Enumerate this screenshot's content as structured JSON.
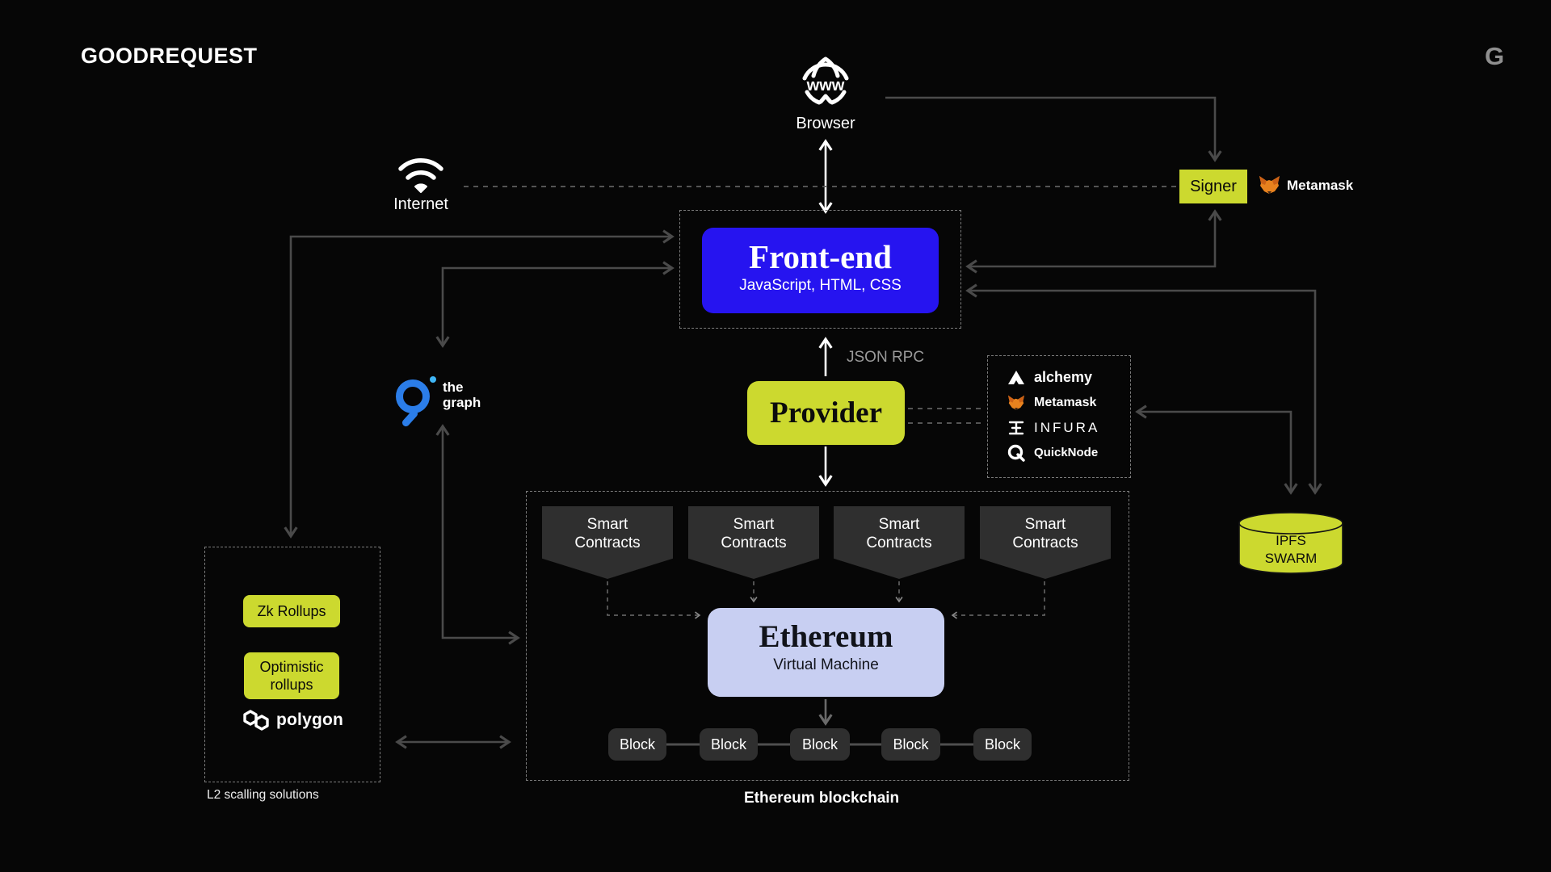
{
  "header": {
    "brand": "GOODREQUEST",
    "brand_mark": "G"
  },
  "colors": {
    "lime": "#ccd92f",
    "blue": "#2614f0",
    "lavender": "#c8cff2",
    "dark_box": "#2f2f2f",
    "background": "#060606"
  },
  "nodes": {
    "browser": {
      "label": "Browser",
      "icon": "www-globe-icon"
    },
    "internet": {
      "label": "Internet",
      "icon": "wifi-icon"
    },
    "signer": {
      "label": "Signer"
    },
    "metamask_badge": {
      "label": "Metamask",
      "icon": "metamask-fox-icon"
    },
    "frontend": {
      "title": "Front-end",
      "subtitle": "JavaScript, HTML, CSS"
    },
    "json_rpc": {
      "label": "JSON RPC"
    },
    "provider": {
      "title": "Provider"
    },
    "provider_list": {
      "items": [
        {
          "name": "alchemy",
          "icon": "alchemy-icon"
        },
        {
          "name": "Metamask",
          "icon": "metamask-fox-icon"
        },
        {
          "name": "INFURA",
          "icon": "infura-icon"
        },
        {
          "name": "QuickNode",
          "icon": "quicknode-icon"
        }
      ]
    },
    "the_graph": {
      "line1": "the",
      "line2": "graph",
      "icon": "the-graph-icon"
    },
    "ipfs": {
      "line1": "IPFS",
      "line2": "SWARM"
    },
    "smart_contracts": {
      "line1": "Smart",
      "line2": "Contracts"
    },
    "evm": {
      "title": "Ethereum",
      "subtitle": "Virtual Machine"
    },
    "blocks": [
      "Block",
      "Block",
      "Block",
      "Block",
      "Block"
    ],
    "l2": {
      "zk": "Zk Rollups",
      "optimistic": "Optimistic rollups",
      "polygon": "polygon",
      "caption": "L2 scalling solutions"
    },
    "blockchain_caption": "Ethereum blockchain"
  }
}
